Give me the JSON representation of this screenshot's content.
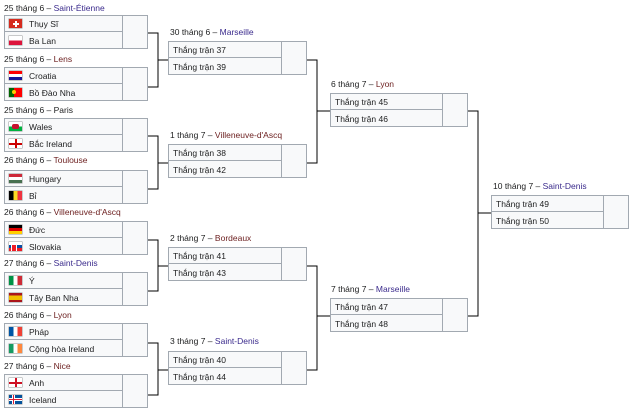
{
  "round_of_16": [
    {
      "date": "25 tháng 6 –",
      "venue": "Saint-Étienne",
      "team1": {
        "name": "Thụy Sĩ",
        "flag": "switzerland-flag"
      },
      "team2": {
        "name": "Ba Lan",
        "flag": "poland-flag"
      }
    },
    {
      "date": "25 tháng 6 –",
      "venue": "Lens",
      "team1": {
        "name": "Croatia",
        "flag": "croatia-flag"
      },
      "team2": {
        "name": "Bồ Đào Nha",
        "flag": "portugal-flag"
      }
    },
    {
      "date": "25 tháng 6 –",
      "venue": "Paris",
      "team1": {
        "name": "Wales",
        "flag": "wales-flag"
      },
      "team2": {
        "name": "Bắc Ireland",
        "flag": "northern-ireland-flag"
      }
    },
    {
      "date": "26 tháng 6 –",
      "venue": "Toulouse",
      "team1": {
        "name": "Hungary",
        "flag": "hungary-flag"
      },
      "team2": {
        "name": "Bỉ",
        "flag": "belgium-flag"
      }
    },
    {
      "date": "26 tháng 6 –",
      "venue": "Villeneuve-d'Ascq",
      "team1": {
        "name": "Đức",
        "flag": "germany-flag"
      },
      "team2": {
        "name": "Slovakia",
        "flag": "slovakia-flag"
      }
    },
    {
      "date": "27 tháng 6 –",
      "venue": "Saint-Denis",
      "team1": {
        "name": "Ý",
        "flag": "italy-flag"
      },
      "team2": {
        "name": "Tây Ban Nha",
        "flag": "spain-flag"
      }
    },
    {
      "date": "26 tháng 6 –",
      "venue": "Lyon",
      "team1": {
        "name": "Pháp",
        "flag": "france-flag"
      },
      "team2": {
        "name": "Cộng hòa Ireland",
        "flag": "ireland-flag"
      }
    },
    {
      "date": "27 tháng 6 –",
      "venue": "Nice",
      "team1": {
        "name": "Anh",
        "flag": "england-flag"
      },
      "team2": {
        "name": "Iceland",
        "flag": "iceland-flag"
      }
    }
  ],
  "quarterfinals": [
    {
      "date": "30 tháng 6 –",
      "venue": "Marseille",
      "team1": "Thắng trận 37",
      "team2": "Thắng trận 39"
    },
    {
      "date": "1 tháng 7 –",
      "venue": "Villeneuve-d'Ascq",
      "team1": "Thắng trận 38",
      "team2": "Thắng trận 42"
    },
    {
      "date": "2 tháng 7 –",
      "venue": "Bordeaux",
      "team1": "Thắng trận 41",
      "team2": "Thắng trận 43"
    },
    {
      "date": "3 tháng 7 –",
      "venue": "Saint-Denis",
      "team1": "Thắng trận 40",
      "team2": "Thắng trận 44"
    }
  ],
  "semifinals": [
    {
      "date": "6 tháng 7 –",
      "venue": "Lyon",
      "team1": "Thắng trận 45",
      "team2": "Thắng trận 46"
    },
    {
      "date": "7 tháng 7 –",
      "venue": "Marseille",
      "team1": "Thắng trận 47",
      "team2": "Thắng trận 48"
    }
  ],
  "final": {
    "date": "10 tháng 7 –",
    "venue": "Saint-Denis",
    "team1": "Thắng trận 49",
    "team2": "Thắng trận 50"
  },
  "colors": {
    "border": "#a2a9b1",
    "box_bg": "#f8f9fa",
    "link": "#3a2a8c",
    "visited_link": "#6b1e1e",
    "line": "#000000"
  }
}
